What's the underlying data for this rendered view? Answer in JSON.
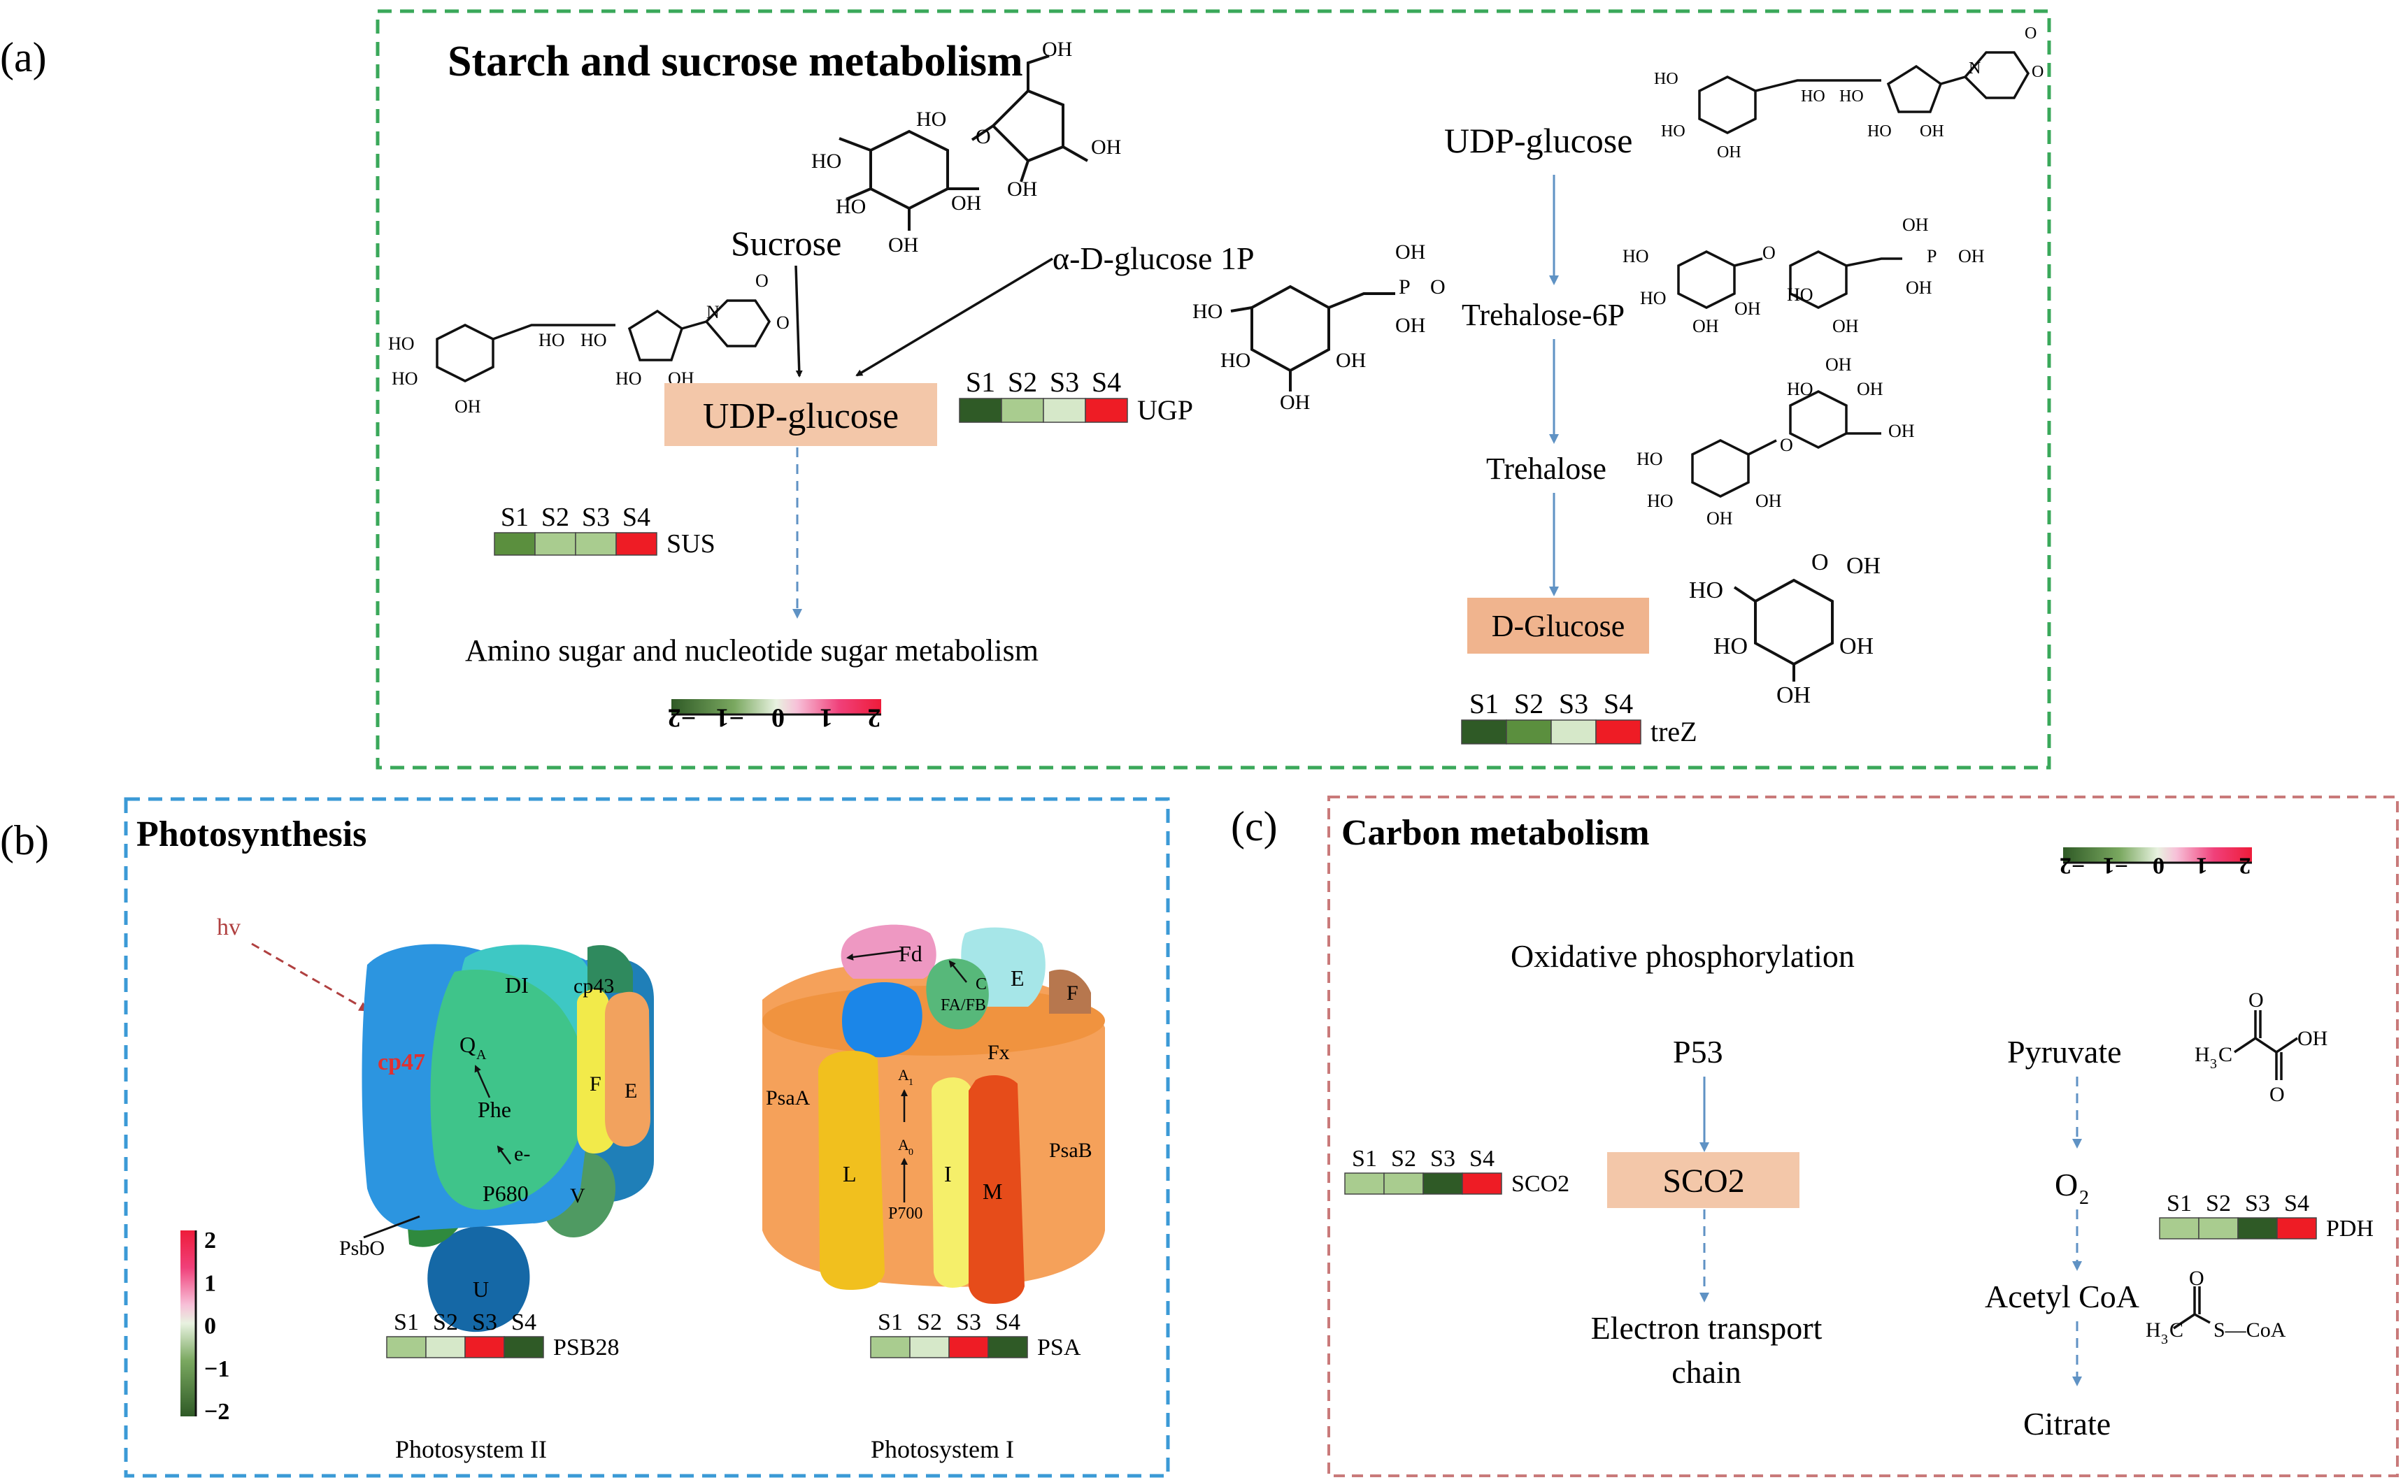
{
  "colors": {
    "panel_a_border": "#3aa85a",
    "panel_b_border": "#3b9ad6",
    "panel_c_border": "#c97a7a",
    "highlight_box": "#f3c7a9",
    "arrow_blue": "#5f92c4",
    "heat_dark_green": "#2f5a26",
    "heat_green": "#5b8f3e",
    "heat_light_green": "#a9cc8f",
    "heat_pale_green": "#d6e8c9",
    "heat_red": "#ee1c25",
    "cp47_red": "#e03030",
    "hv_red": "#b04040"
  },
  "panel_a": {
    "label": "(a)",
    "title": "Starch and sucrose metabolism",
    "sucrose": "Sucrose",
    "alpha_glucose": "α-D-glucose 1P",
    "udp_glucose_box": "UDP-glucose",
    "udp_glucose_top": "UDP-glucose",
    "trehalose6p": "Trehalose-6P",
    "trehalose": "Trehalose",
    "d_glucose_box": "D-Glucose",
    "amino_sugar": "Amino sugar and nucleotide sugar metabolism",
    "legend_ticks": [
      "−2",
      "−1",
      "0",
      "1",
      "2"
    ],
    "heatmaps": {
      "ugp": {
        "samples": [
          "S1",
          "S2",
          "S3",
          "S4"
        ],
        "gene": "UGP",
        "values": [
          -2,
          -1,
          -0.5,
          2
        ]
      },
      "sus": {
        "samples": [
          "S1",
          "S2",
          "S3",
          "S4"
        ],
        "gene": "SUS",
        "values": [
          -1.5,
          -1,
          -0.8,
          2
        ]
      },
      "trez": {
        "samples": [
          "S1",
          "S2",
          "S3",
          "S4"
        ],
        "gene": "treZ",
        "values": [
          -2,
          -1.5,
          -0.5,
          2
        ]
      }
    }
  },
  "panel_b": {
    "label": "(b)",
    "title": "Photosynthesis",
    "hv": "hv",
    "psII": {
      "cp47": "cp47",
      "di": "DI",
      "cp43": "cp43",
      "qa": "Q",
      "qa_sub": "A",
      "phe": "Phe",
      "e": "e-",
      "p680": "P680",
      "f": "F",
      "e_sub": "E",
      "v": "V",
      "u": "U",
      "psbo": "PsbO",
      "caption": "Photosystem II"
    },
    "psI": {
      "fd": "Fd",
      "e": "E",
      "c": "C",
      "fafb": "FA/FB",
      "f": "F",
      "fx": "Fx",
      "a1": "A",
      "a1_sub": "1",
      "a0": "A",
      "a0_sub": "0",
      "p700": "P700",
      "psaa": "PsaA",
      "psab": "PsaB",
      "l": "L",
      "i": "I",
      "m": "M",
      "caption": "Photosystem I"
    },
    "legend_ticks": [
      "2",
      "1",
      "0",
      "−1",
      "−2"
    ],
    "heatmaps": {
      "psb28": {
        "samples": [
          "S1",
          "S2",
          "S3",
          "S4"
        ],
        "gene": "PSB28",
        "values": [
          -0.8,
          -0.6,
          2,
          -2
        ]
      },
      "psa": {
        "samples": [
          "S1",
          "S2",
          "S3",
          "S4"
        ],
        "gene": "PSA",
        "values": [
          -0.8,
          -0.6,
          2,
          -2
        ]
      }
    }
  },
  "panel_c": {
    "label": "(c)",
    "title": "Carbon metabolism",
    "oxphos": "Oxidative phosphorylation",
    "p53": "P53",
    "sco2_box": "SCO2",
    "etc1": "Electron  transport",
    "etc2": "chain",
    "pyruvate": "Pyruvate",
    "o2": "O",
    "o2_sub": "2",
    "acetyl": "Acetyl CoA",
    "citrate": "Citrate",
    "legend_ticks": [
      "−2",
      "−1",
      "0",
      "1",
      "2"
    ],
    "heatmaps": {
      "sco2": {
        "samples": [
          "S1",
          "S2",
          "S3",
          "S4"
        ],
        "gene": "SCO2",
        "values": [
          -0.8,
          -1,
          -2,
          2
        ]
      },
      "pdh": {
        "samples": [
          "S1",
          "S2",
          "S3",
          "S4"
        ],
        "gene": "PDH",
        "values": [
          -0.8,
          -1,
          -2,
          2
        ]
      }
    }
  },
  "chem": {
    "ho": "HO",
    "oh": "OH",
    "o": "O",
    "p": "P",
    "n": "N",
    "h3c": "H",
    "h3c_sub": "3",
    "h3c_c": "C",
    "s_coa": "S—CoA"
  }
}
